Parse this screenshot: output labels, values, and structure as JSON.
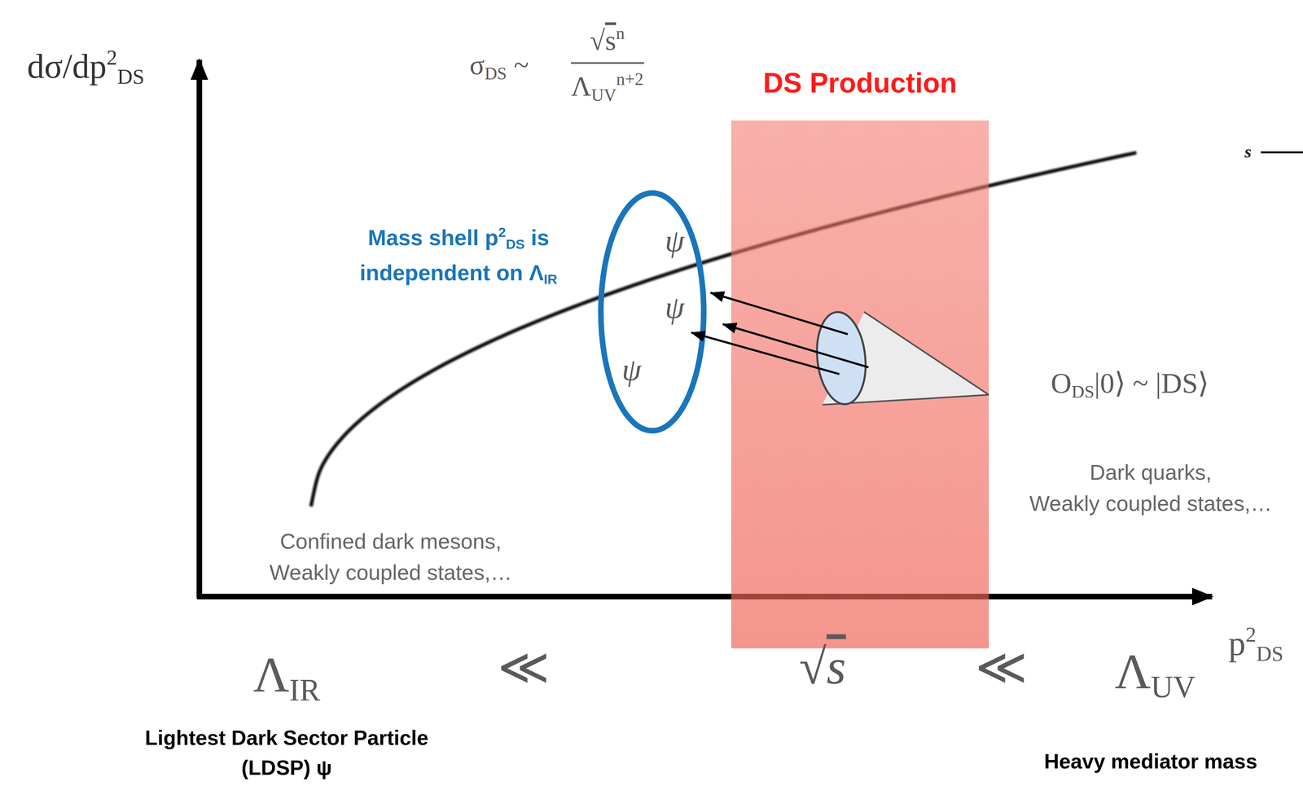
{
  "diagram": {
    "nodes": [
      {
        "text": [
          "DS Production"
        ]
      },
      {
        "text": [
          "Mass shell p2DS is independent on ΛIR",
          "ψ",
          "ψ",
          "ψ"
        ]
      },
      {
        "text": [
          "ODS|0⟩ ~ |DS⟩"
        ]
      }
    ],
    "edges": [
      {
        "from": 2,
        "to": 1,
        "arrow": "to"
      },
      {
        "from": 2,
        "to": 1,
        "arrow": "to"
      },
      {
        "from": 2,
        "to": 1,
        "arrow": "to"
      }
    ],
    "labels": [
      "dσ/dp2DS",
      "σDS ~",
      "√sn",
      "ΛUVn+2",
      "s",
      "Dark quarks, Weakly coupled states,…",
      "Confined dark mesons, Weakly coupled states,…",
      "ΛIR",
      "≪",
      "√s",
      "≪",
      "ΛUV",
      "p2DS",
      "Lightest Dark Sector Particle (LDSP) ψ",
      "Heavy mediator mass"
    ]
  }
}
